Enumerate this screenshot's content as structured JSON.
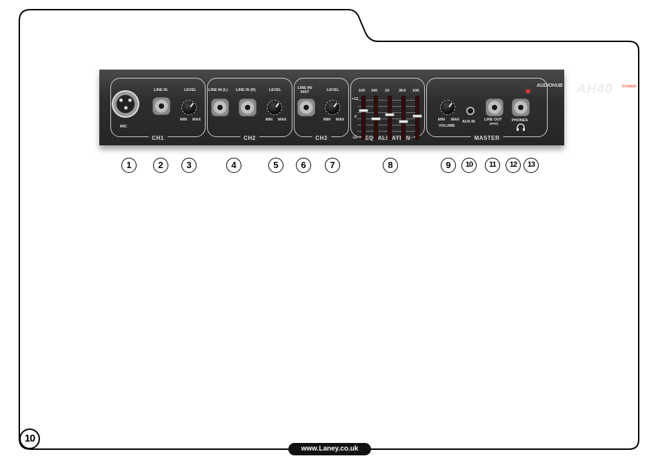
{
  "page_number": "10",
  "footer_url": "www.Laney.co.uk",
  "panel": {
    "brand": "AH40",
    "logo": "AUDIOHUB",
    "power_label": "POWER",
    "ch1": {
      "label": "CH1",
      "mic": "MIC",
      "line_in": "LINE IN",
      "level": "LEVEL",
      "min": "MIN",
      "max": "MAX"
    },
    "ch2": {
      "label": "CH2",
      "line_in_l": "LINE IN (L)",
      "line_in_r": "LINE IN (R)",
      "level": "LEVEL",
      "min": "MIN",
      "max": "MAX"
    },
    "ch3": {
      "label": "CH3",
      "line_inst": "LINE IN/ INST",
      "level": "LEVEL",
      "min": "MIN",
      "max": "MAX"
    },
    "eq": {
      "label": "EQUALISATION",
      "bands": [
        "100",
        "340",
        "1K",
        "3K4",
        "10K"
      ],
      "plus": "+12",
      "zero": "0",
      "minus": "-12"
    },
    "master": {
      "label": "MASTER",
      "volume": "VOLUME",
      "min": "MIN",
      "max": "MAX",
      "aux_in": "AUX IN",
      "line_out": "LINE OUT",
      "line_out_sub": "(PAD)",
      "phones": "PHONES"
    }
  },
  "callouts": [
    "1",
    "2",
    "3",
    "4",
    "5",
    "6",
    "7",
    "8",
    "9",
    "10",
    "11",
    "12",
    "13"
  ]
}
